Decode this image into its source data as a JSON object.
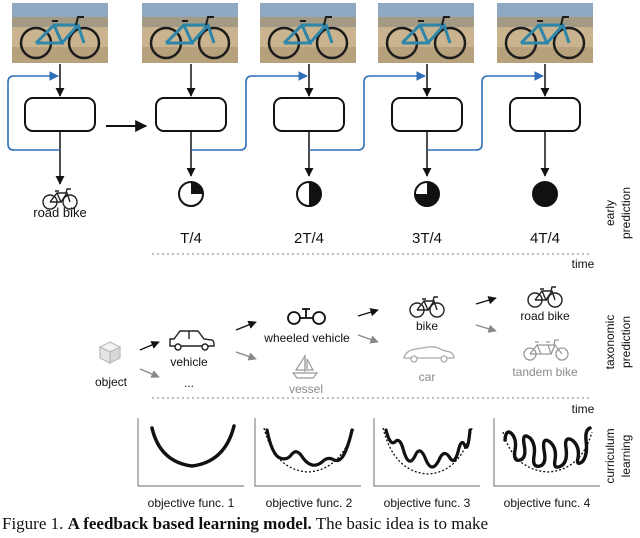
{
  "early_prediction": {
    "side_label_line1": "early",
    "side_label_line2": "prediction",
    "initial_output_label": "road bike",
    "steps": [
      {
        "label": "T/4",
        "fraction": 0.25
      },
      {
        "label": "2T/4",
        "fraction": 0.5
      },
      {
        "label": "3T/4",
        "fraction": 0.75
      },
      {
        "label": "4T/4",
        "fraction": 1.0
      }
    ],
    "time_label": "time"
  },
  "taxonomy": {
    "side_label_line1": "taxonomic",
    "side_label_line2": "prediction",
    "object": "object",
    "vehicle": "vehicle",
    "ellipsis": "...",
    "wheeled_vehicle": "wheeled vehicle",
    "vessel": "vessel",
    "bike": "bike",
    "car": "car",
    "road_bike": "road bike",
    "tandem_bike": "tandem bike",
    "time_label": "time"
  },
  "curriculum": {
    "side_label_line1": "curriculum",
    "side_label_line2": "learning",
    "functions": [
      "objective func. 1",
      "objective func. 2",
      "objective func. 3",
      "objective func. 4"
    ]
  },
  "caption": {
    "prefix": "Figure 1. ",
    "bold": "A feedback based learning model.",
    "rest": " The basic idea is to make"
  },
  "colors": {
    "feedback_blue": "#2f6fb8",
    "gray_text": "#8a8a8a",
    "dotted_axis": "#aaaaaa"
  }
}
